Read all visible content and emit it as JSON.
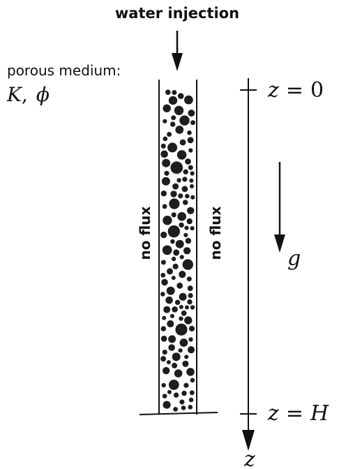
{
  "title": "water injection",
  "medium_label": "porous medium:",
  "medium_params": {
    "K": "K",
    "sep": ",",
    "phi": "ϕ"
  },
  "wall_left_label": "no flux",
  "wall_right_label": "no flux",
  "gravity_label": "g",
  "axis_label": "z",
  "top_marker": {
    "var": "z",
    "eq": "=",
    "value": "0"
  },
  "bottom_marker": {
    "var": "z",
    "eq": "=",
    "value": "H"
  },
  "colors": {
    "ink": "#111111",
    "grain": "#1e1e1e",
    "background": "#ffffff"
  }
}
